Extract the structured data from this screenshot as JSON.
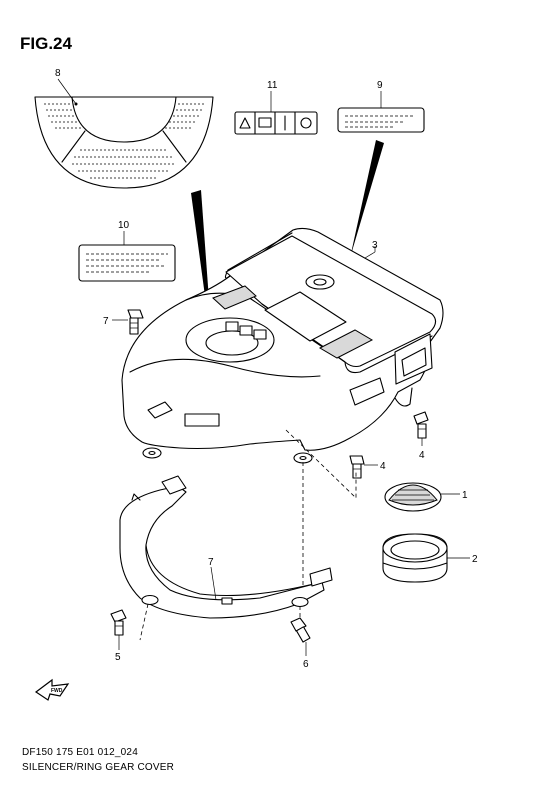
{
  "figure": {
    "title": "FIG.24",
    "model_code": "DF150 175 E01 012_024",
    "name": "SILENCER/RING GEAR COVER",
    "fwd_label": "FWD"
  },
  "callouts": [
    {
      "id": "c1",
      "label": "1"
    },
    {
      "id": "c2",
      "label": "2"
    },
    {
      "id": "c3",
      "label": "3"
    },
    {
      "id": "c4a",
      "label": "4"
    },
    {
      "id": "c4b",
      "label": "4"
    },
    {
      "id": "c5",
      "label": "5"
    },
    {
      "id": "c6",
      "label": "6"
    },
    {
      "id": "c7a",
      "label": "7"
    },
    {
      "id": "c7b",
      "label": "7"
    },
    {
      "id": "c8",
      "label": "8"
    },
    {
      "id": "c9",
      "label": "9"
    },
    {
      "id": "c10",
      "label": "10"
    },
    {
      "id": "c11",
      "label": "11"
    }
  ]
}
